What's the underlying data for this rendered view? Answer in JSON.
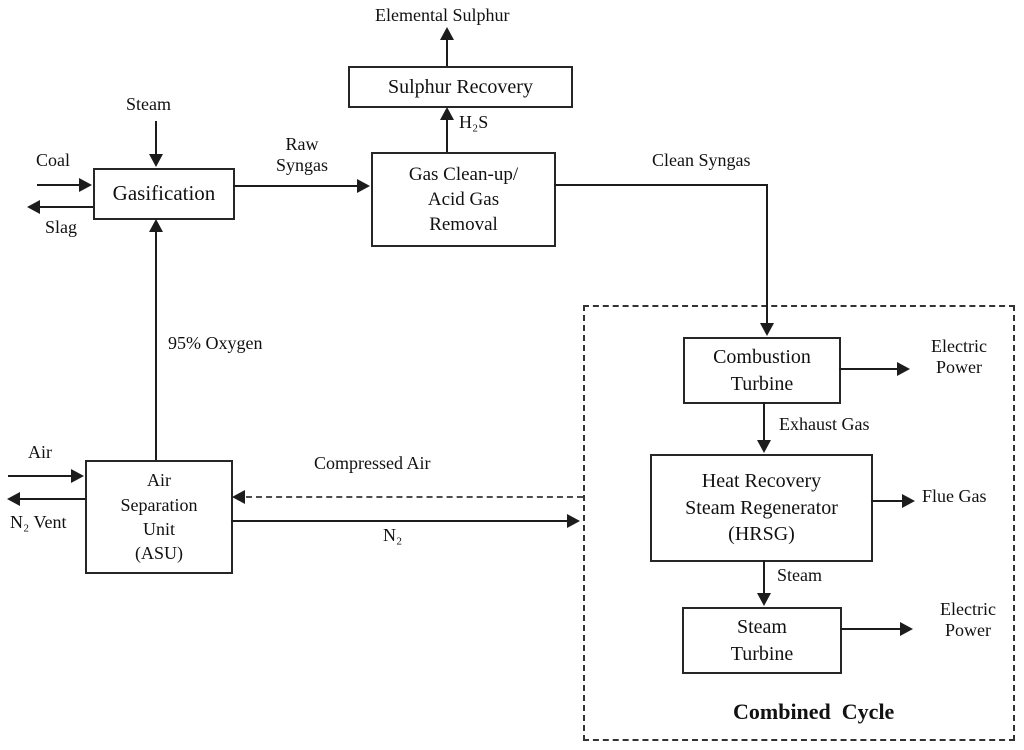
{
  "boxes": {
    "sulphur_recovery": "Sulphur Recovery",
    "gasification": "Gasification",
    "gas_cleanup": "Gas Clean-up/\nAcid Gas\nRemoval",
    "combustion_turbine": "Combustion\nTurbine",
    "hrsg": "Heat Recovery\nSteam Regenerator\n(HRSG)",
    "steam_turbine": "Steam\nTurbine",
    "asu": "Air\nSeparation\nUnit\n(ASU)"
  },
  "labels": {
    "elemental_sulphur": "Elemental Sulphur",
    "h2s": "H₂S",
    "steam_in": "Steam",
    "coal": "Coal",
    "slag": "Slag",
    "raw_syngas": "Raw\nSyngas",
    "clean_syngas": "Clean Syngas",
    "oxygen": "95% Oxygen",
    "air": "Air",
    "n2_vent": "N₂ Vent",
    "compressed_air": "Compressed Air",
    "n2": "N₂",
    "exhaust_gas": "Exhaust Gas",
    "flue_gas": "Flue Gas",
    "steam_hrsg": "Steam",
    "electric_power_ct": "Electric\nPower",
    "electric_power_st": "Electric\nPower",
    "combined_cycle": "Combined  Cycle"
  },
  "colors": {
    "line": "#1c1c1c",
    "dashed_line": "#4d4d4d",
    "background": "#ffffff",
    "text": "#111111"
  }
}
